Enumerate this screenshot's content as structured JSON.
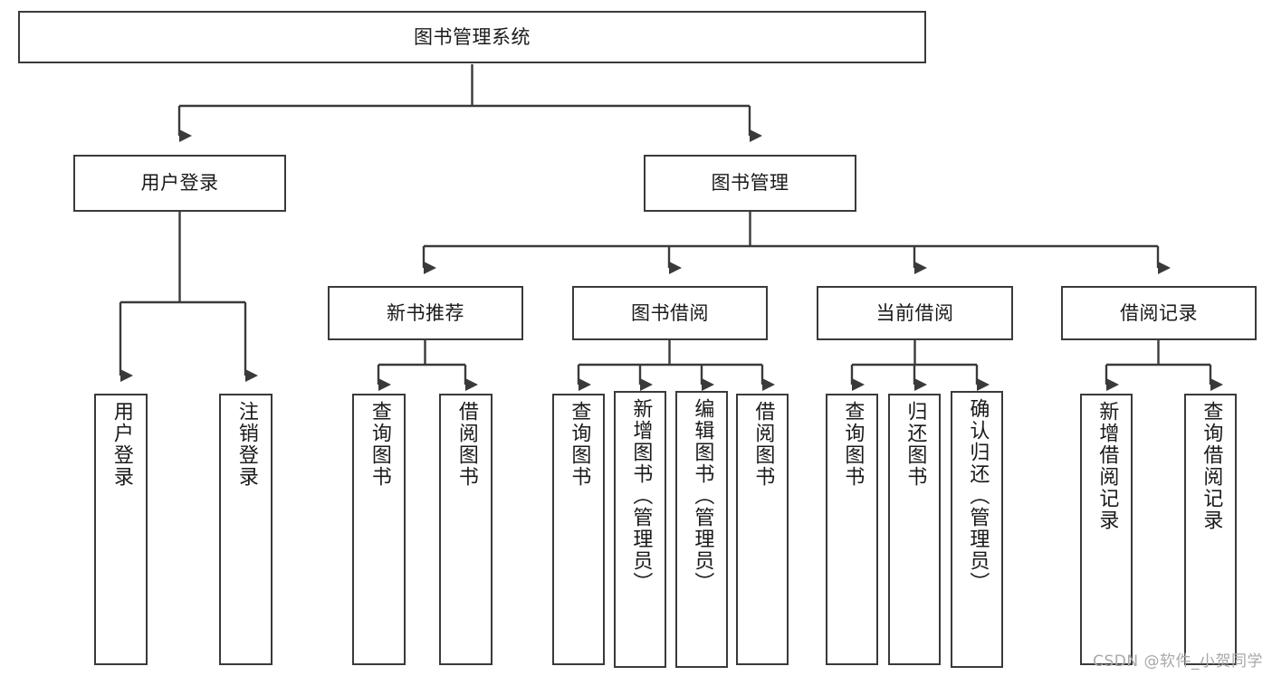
{
  "diagram": {
    "type": "tree-hierarchy-chart",
    "title": "图书管理系统",
    "watermark": "CSDN @软件_小贺同学",
    "colors": {
      "box_border": "#3a3a3a",
      "box_fill": "#ffffff",
      "connector": "#3a3a3a",
      "text": "#1a1a1a",
      "watermark": "#a8a8a8"
    },
    "nodes": {
      "root": {
        "label": "图书管理系统"
      },
      "level2": [
        {
          "id": "user-login",
          "label": "用户登录"
        },
        {
          "id": "book-manage",
          "label": "图书管理"
        }
      ],
      "level3": [
        {
          "id": "new-book-recommend",
          "label": "新书推荐"
        },
        {
          "id": "book-borrow",
          "label": "图书借阅"
        },
        {
          "id": "current-borrow",
          "label": "当前借阅"
        },
        {
          "id": "borrow-record",
          "label": "借阅记录"
        }
      ],
      "leaves": {
        "user-login": [
          {
            "id": "leaf-user-login",
            "label": "用户登录"
          },
          {
            "id": "leaf-logout-login",
            "label": "注销登录"
          }
        ],
        "new-book-recommend": [
          {
            "id": "leaf-query-book-1",
            "label": "查询图书"
          },
          {
            "id": "leaf-borrow-book-1",
            "label": "借阅图书"
          }
        ],
        "book-borrow": [
          {
            "id": "leaf-query-book-2",
            "label": "查询图书"
          },
          {
            "id": "leaf-add-book",
            "label": "新增图书（管理员）"
          },
          {
            "id": "leaf-edit-book",
            "label": "编辑图书（管理员）"
          },
          {
            "id": "leaf-borrow-book-2",
            "label": "借阅图书"
          }
        ],
        "current-borrow": [
          {
            "id": "leaf-query-book-3",
            "label": "查询图书"
          },
          {
            "id": "leaf-return-book",
            "label": "归还图书"
          },
          {
            "id": "leaf-confirm-return",
            "label": "确认归还（管理员）"
          }
        ],
        "borrow-record": [
          {
            "id": "leaf-add-record",
            "label": "新增借阅记录"
          },
          {
            "id": "leaf-query-record",
            "label": "查询借阅记录"
          }
        ]
      }
    }
  }
}
